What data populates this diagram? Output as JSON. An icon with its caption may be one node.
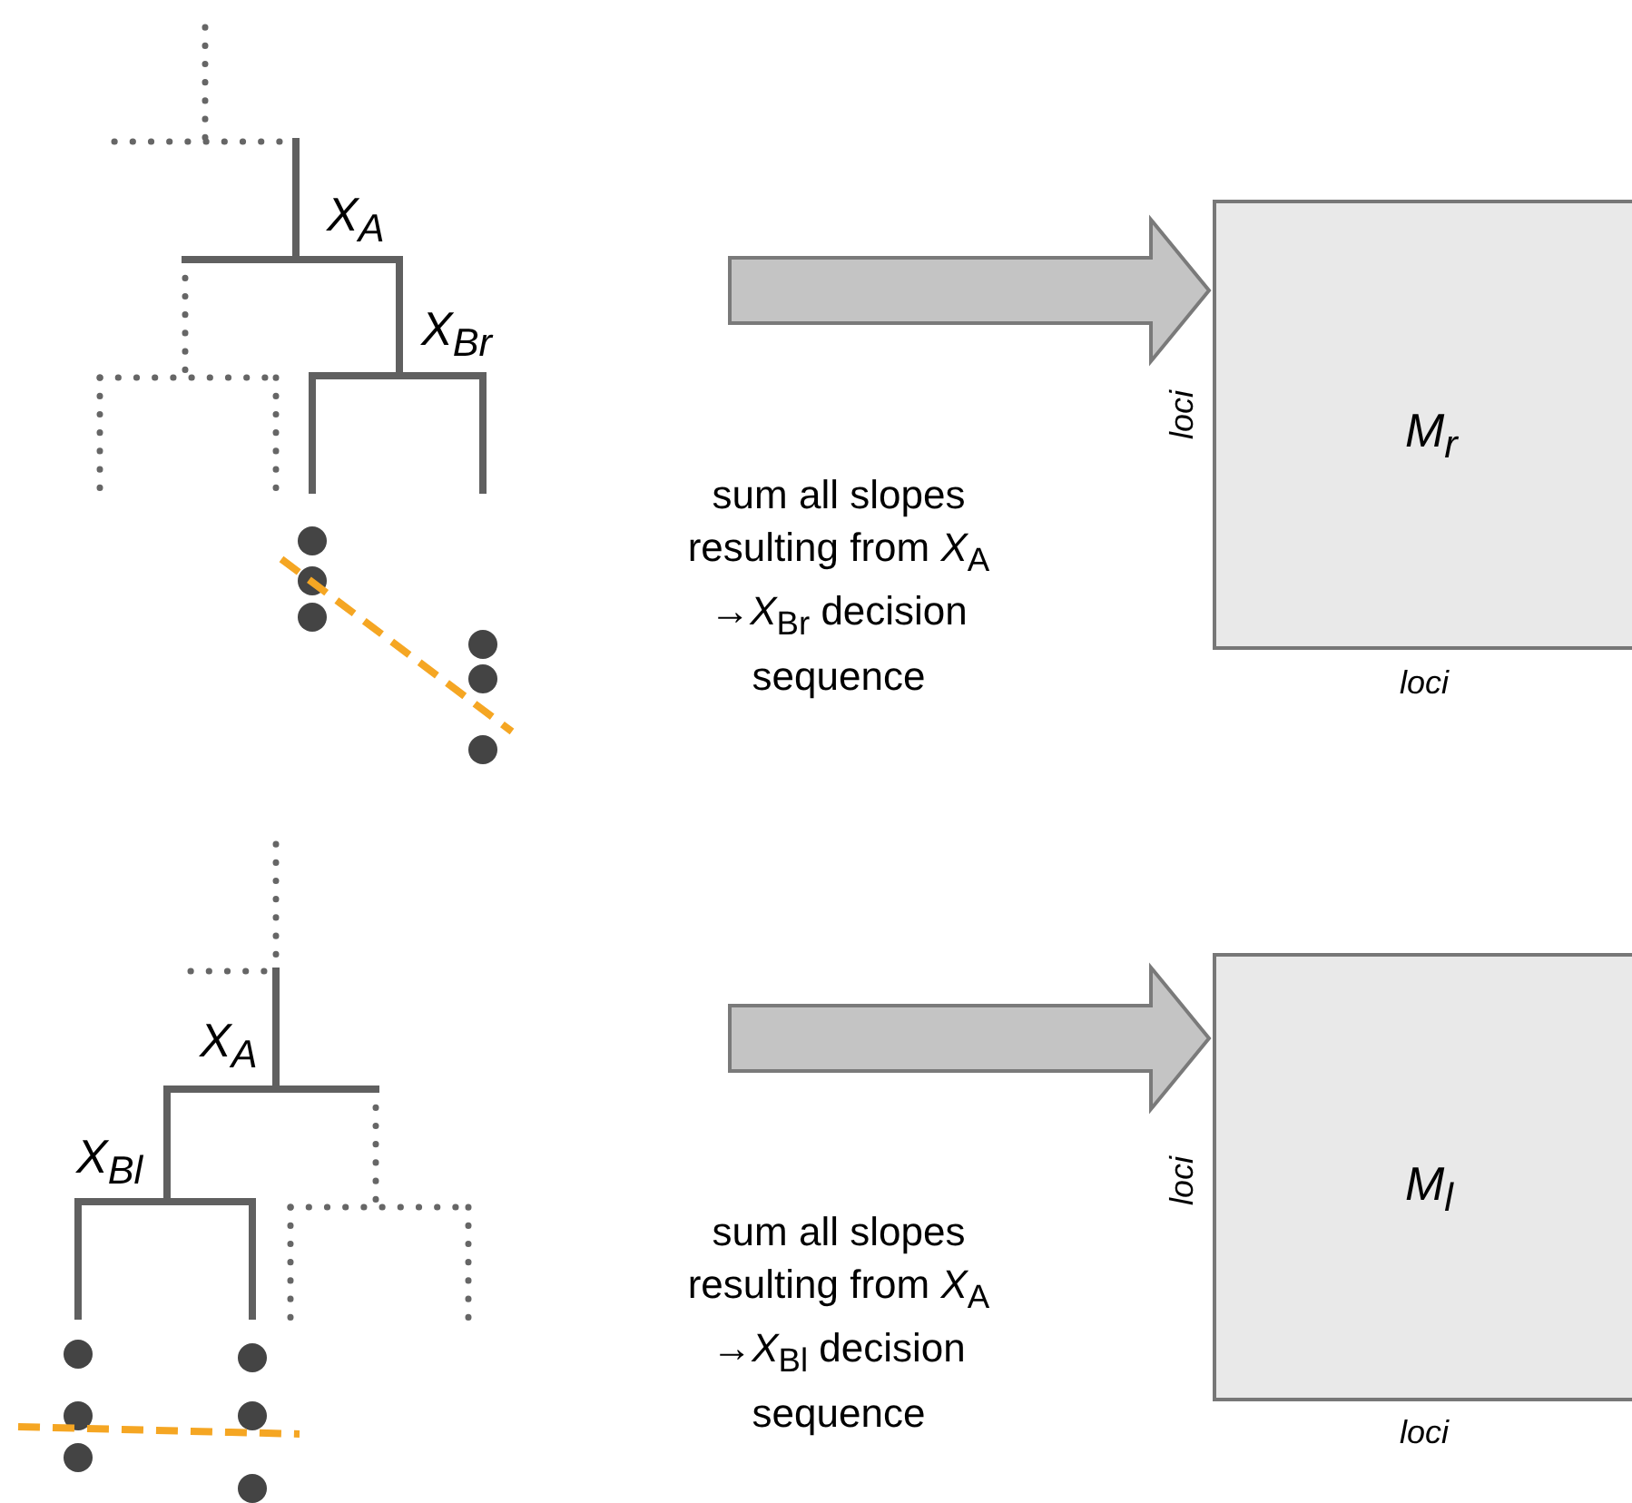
{
  "diagram": {
    "nodes": [
      {
        "text": [],
        "shape": "tree"
      },
      {
        "text": [
          "M$_{r}$"
        ],
        "beside": [
          "loci",
          "loci"
        ]
      },
      {
        "text": [],
        "shape": "tree"
      },
      {
        "text": [
          "M$_{l}$"
        ],
        "beside": [
          "loci",
          "loci"
        ]
      }
    ],
    "edges": [
      {
        "from": 0,
        "to": 1,
        "arrow": "to",
        "label": "sum all slopes resulting from *X*$_{A}$ →*X*$_{Br}$ decision sequence"
      },
      {
        "from": 2,
        "to": 3,
        "arrow": "to",
        "label": "sum all slopes resulting from *X*$_{A}$ →*X*$_{Bl}$ decision sequence"
      }
    ],
    "labels": [
      "X$_{A}$",
      "X$_{Br}$",
      "X$_{A}$",
      "X$_{Bl}$"
    ]
  }
}
